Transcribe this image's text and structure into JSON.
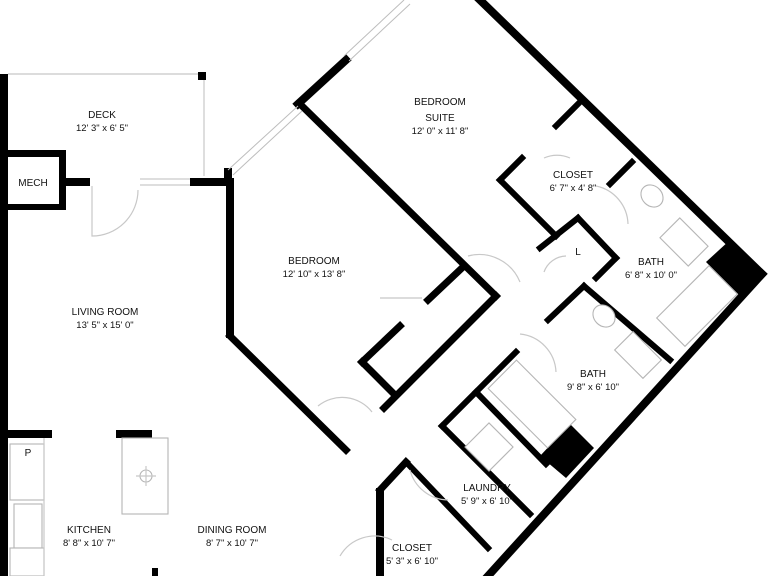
{
  "rooms": {
    "deck": {
      "name": "DECK",
      "dims": "12' 3\" x 6' 5\""
    },
    "mech": {
      "name": "MECH"
    },
    "bedroom_suite": {
      "name_line1": "BEDROOM",
      "name_line2": "SUITE",
      "dims": "12' 0\" x 11' 8\""
    },
    "closet_suite": {
      "name": "CLOSET",
      "dims": "6' 7\" x 4' 8\""
    },
    "linen": {
      "name": "L"
    },
    "bath_suite": {
      "name": "BATH",
      "dims": "6' 8\" x 10' 0\""
    },
    "bedroom": {
      "name": "BEDROOM",
      "dims": "12' 10\" x 13' 8\""
    },
    "living_room": {
      "name": "LIVING ROOM",
      "dims": "13' 5\" x 15' 0\""
    },
    "bath": {
      "name": "BATH",
      "dims": "9' 8\" x 6' 10\""
    },
    "pantry": {
      "name": "P"
    },
    "laundry": {
      "name": "LAUNDRY",
      "dims": "5' 9\" x 6' 10\""
    },
    "kitchen": {
      "name": "KITCHEN",
      "dims": "8' 8\" x 10' 7\""
    },
    "dining_room": {
      "name": "DINING ROOM",
      "dims": "8' 7\" x 10' 7\""
    },
    "closet_hall": {
      "name": "CLOSET",
      "dims": "5' 3\" x 6' 10\""
    }
  }
}
